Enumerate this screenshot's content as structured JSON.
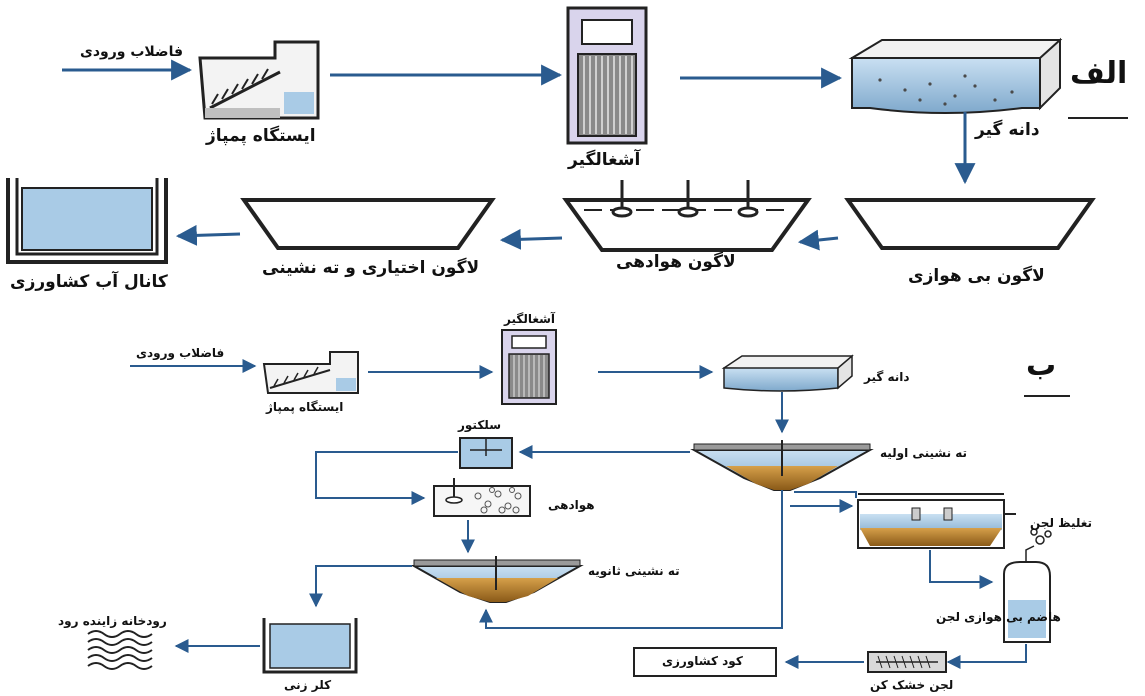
{
  "section_a": {
    "marker": "الف",
    "inlet": "فاضلاب ورودی",
    "pump_station": "ایستگاه پمپاژ",
    "screen": "آشغالگیر",
    "grit": "دانه گیر",
    "anaerobic_lagoon": "لاگون بی هوازی",
    "aerated_lagoon": "لاگون هوادهی",
    "facultative_lagoon": "لاگون اختیاری و ته نشینی",
    "canal": "کانال آب کشاورزی"
  },
  "section_b": {
    "marker": "ب",
    "inlet": "فاضلاب ورودی",
    "pump_station": "ایستگاه پمپاژ",
    "screen": "آشغالگیر",
    "grit": "دانه گیر",
    "primary": "ته نشینی اولیه",
    "selector": "سلکتور",
    "aeration": "هوادهی",
    "secondary": "ته نشینی ثانویه",
    "chlorination": "کلر زنی",
    "river": "رودخانه زاینده رود",
    "thickener": "تغلیظ لجن",
    "digester": "هاضم بی هوازی لجن",
    "dryer": "لجن خشک کن",
    "fertilizer": "کود کشاورزی"
  },
  "colors": {
    "arrow": "#2a5b8f",
    "water": "#a9cbe6",
    "sludge": "#b07a2a",
    "outline": "#222222"
  }
}
